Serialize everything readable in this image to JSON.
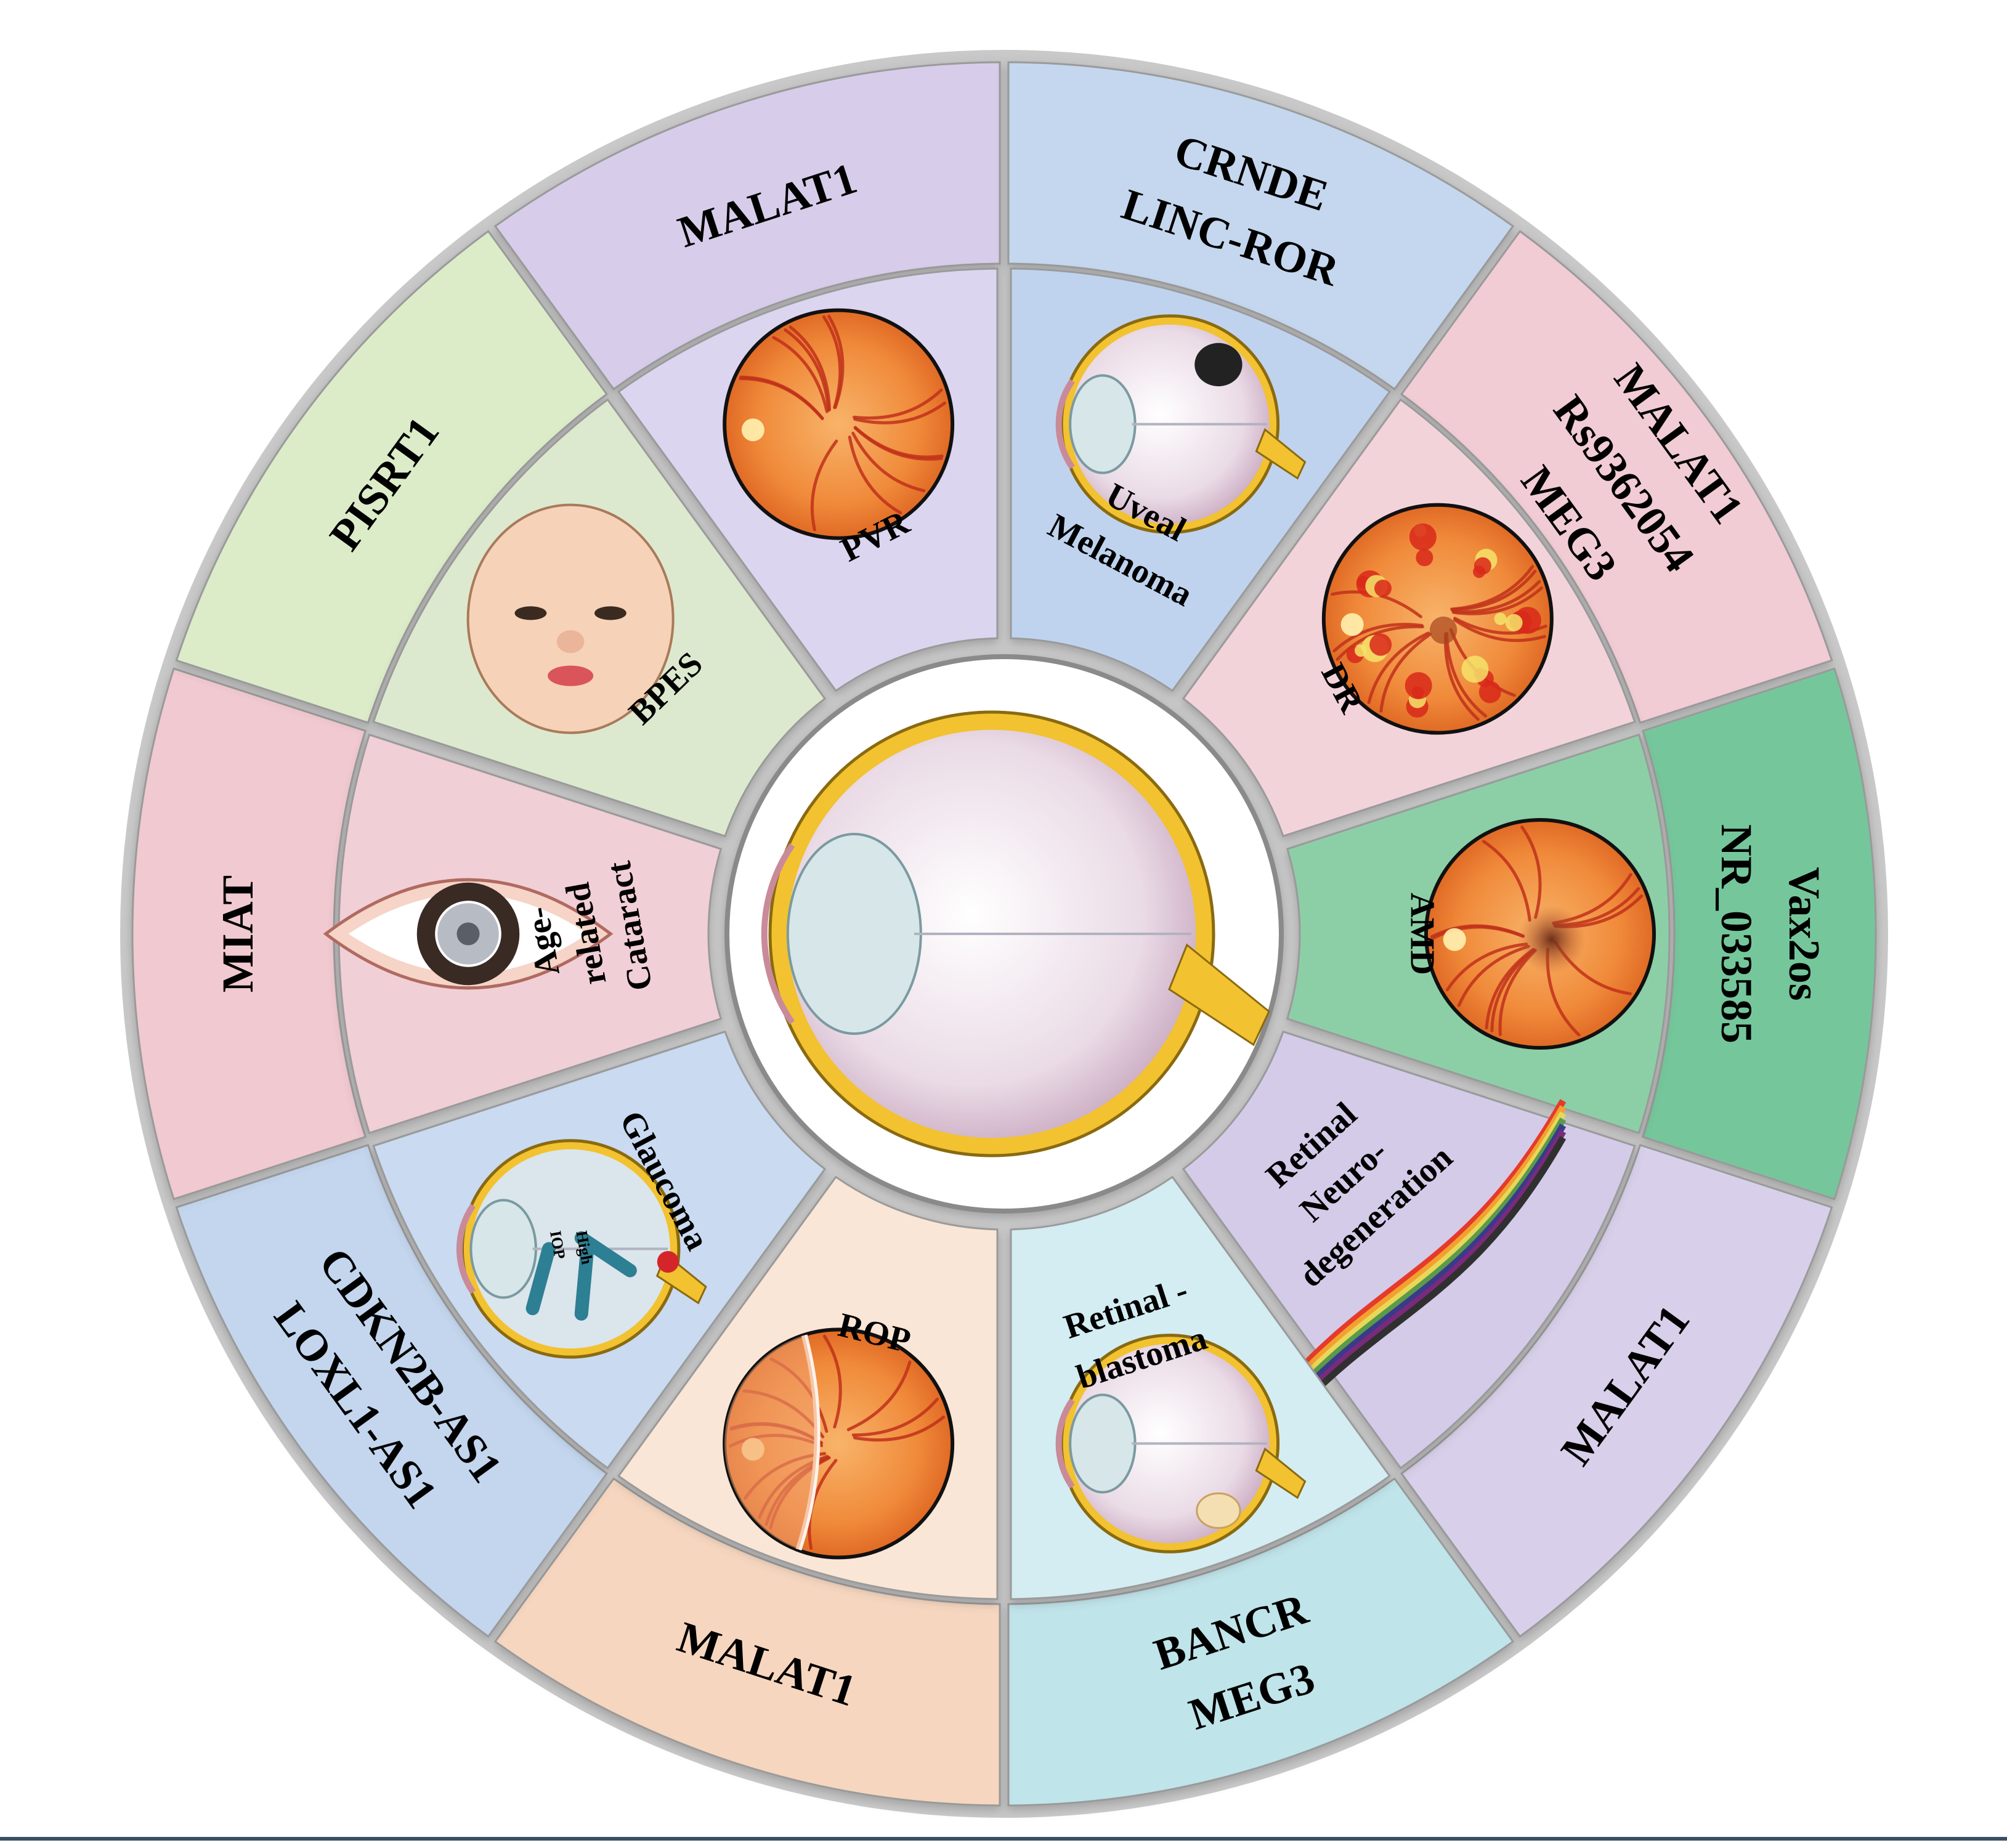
{
  "segments": [
    {
      "id": "pvr",
      "disease": [
        "PVR"
      ],
      "lncrnas": [
        "MALAT1"
      ],
      "outer_color": "#d7cdea",
      "inner_color": "#dcd5f0",
      "icon": "fundus-icon"
    },
    {
      "id": "uveal-melanoma",
      "disease": [
        "Uveal",
        "Melanoma"
      ],
      "lncrnas": [
        "CRNDE",
        "LINC-ROR"
      ],
      "outer_color": "#c5d7ee",
      "inner_color": "#bfd3ee",
      "icon": "eye-tumor-icon"
    },
    {
      "id": "dr",
      "disease": [
        "DR"
      ],
      "lncrnas": [
        "MALAT1",
        "Rs9362054",
        "MEG3"
      ],
      "outer_color": "#f1ccd4",
      "inner_color": "#f3d3da",
      "icon": "fundus-hemorrhage-icon"
    },
    {
      "id": "amd",
      "disease": [
        "AMD"
      ],
      "lncrnas": [
        "Vax2os",
        "NR_033585"
      ],
      "outer_color": "#74c79b",
      "inner_color": "#8ccfa7",
      "icon": "fundus-macula-icon"
    },
    {
      "id": "retinal-neurodegeneration",
      "disease": [
        "Retinal",
        "Neuro-",
        "degeneration"
      ],
      "lncrnas": [
        "MALAT1"
      ],
      "outer_color": "#d8d0ea",
      "inner_color": "#d3cbe8",
      "icon": "retinal-layers-icon"
    },
    {
      "id": "retinoblastoma",
      "disease": [
        "Retinal -",
        "blastoma"
      ],
      "lncrnas": [
        "BANCR",
        "MEG3"
      ],
      "outer_color": "#bfe4ea",
      "inner_color": "#d3edf2",
      "icon": "eye-tumor-icon"
    },
    {
      "id": "rop",
      "disease": [
        "ROP"
      ],
      "lncrnas": [
        "MALAT1"
      ],
      "outer_color": "#f6d6bf",
      "inner_color": "#fae6d6",
      "icon": "fundus-rop-icon"
    },
    {
      "id": "glaucoma",
      "disease": [
        "Glaucoma"
      ],
      "lncrnas": [
        "CDKN2B-AS1",
        "LOXL1-AS1"
      ],
      "outer_color": "#c3d6ee",
      "inner_color": "#c9daf1",
      "icon": "eye-pressure-icon"
    },
    {
      "id": "cataract",
      "disease": [
        "Age-",
        "related",
        "Cataract"
      ],
      "lncrnas": [
        "MIAT"
      ],
      "outer_color": "#f1c9d0",
      "inner_color": "#f1cfd6",
      "icon": "eye-cataract-icon"
    },
    {
      "id": "bpes",
      "disease": [
        "BPES"
      ],
      "lncrnas": [
        "PISRT1"
      ],
      "outer_color": "#dcecc9",
      "inner_color": "#dde9cf",
      "icon": "baby-face-icon"
    }
  ],
  "glaucoma_icon_labels": [
    "High",
    "IOP"
  ],
  "center": {
    "icon": "eye-anatomy-icon"
  }
}
